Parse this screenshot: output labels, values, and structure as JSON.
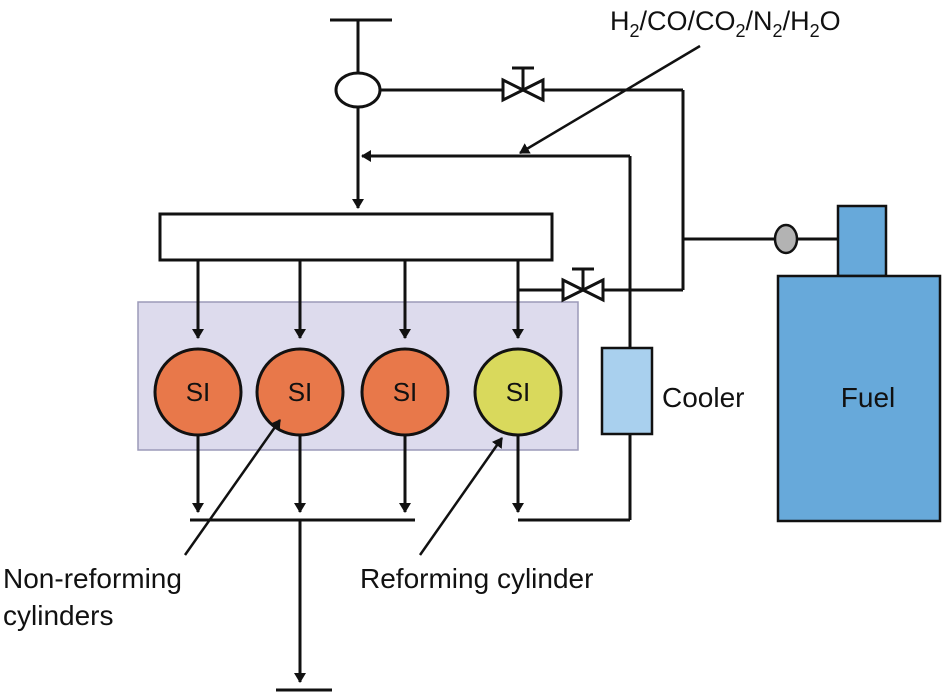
{
  "diagram": {
    "gas_label": {
      "parts": [
        {
          "text": "H",
          "sub": false
        },
        {
          "text": "2",
          "sub": true
        },
        {
          "text": "/CO/CO",
          "sub": false
        },
        {
          "text": "2",
          "sub": true
        },
        {
          "text": "/N",
          "sub": false
        },
        {
          "text": "2",
          "sub": true
        },
        {
          "text": "/H",
          "sub": false
        },
        {
          "text": "2",
          "sub": true
        },
        {
          "text": "O",
          "sub": false
        }
      ]
    },
    "cylinders": [
      {
        "label": "SI",
        "type": "non-reforming",
        "color": "#e8784a"
      },
      {
        "label": "SI",
        "type": "non-reforming",
        "color": "#e8784a"
      },
      {
        "label": "SI",
        "type": "non-reforming",
        "color": "#e8784a"
      },
      {
        "label": "SI",
        "type": "reforming",
        "color": "#d9d95c"
      }
    ],
    "cooler_label": "Cooler",
    "fuel_label": "Fuel",
    "non_reforming_label_line1": "Non-reforming",
    "non_reforming_label_line2": "cylinders",
    "reforming_label": "Reforming cylinder",
    "colors": {
      "engine_block": "#dddbed",
      "cooler": "#a9d0ee",
      "fuel_tank": "#67a9da",
      "line": "#111111"
    }
  }
}
